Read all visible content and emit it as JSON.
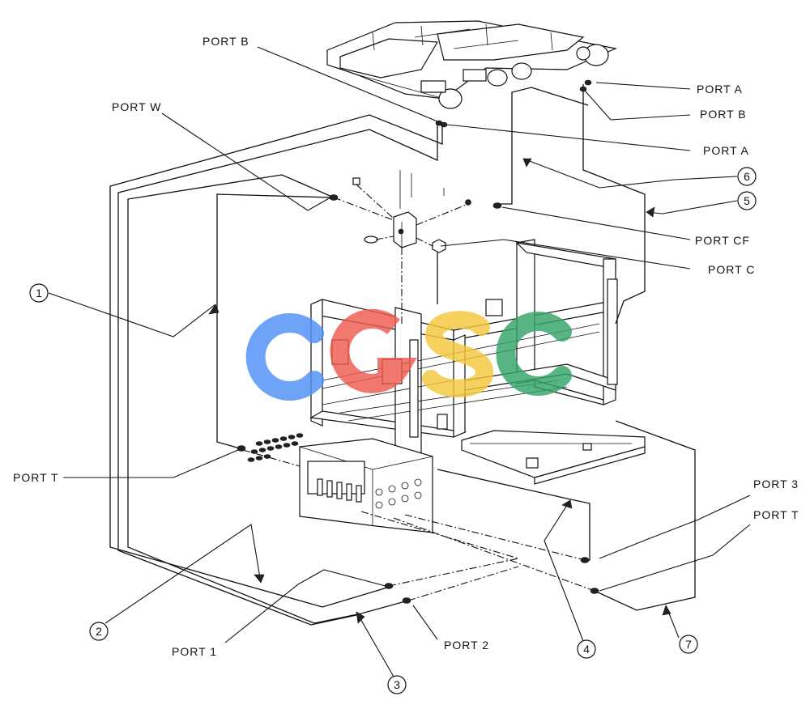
{
  "callouts": {
    "c1": "1",
    "c2": "2",
    "c3": "3",
    "c4": "4",
    "c5": "5",
    "c6": "6",
    "c7": "7"
  },
  "ports": {
    "port_b_top": "PORT B",
    "port_w": "PORT W",
    "port_a_right1": "PORT A",
    "port_b_right": "PORT B",
    "port_a_right2": "PORT A",
    "port_cf": "PORT CF",
    "port_c": "PORT C",
    "port_t_left": "PORT T",
    "port_3": "PORT 3",
    "port_t_right": "PORT T",
    "port_1": "PORT 1",
    "port_2": "PORT 2"
  },
  "watermark": {
    "letters": [
      "C",
      "G",
      "S",
      "C"
    ],
    "colors": [
      "#4f8ff7",
      "#ef5b4f",
      "#f6c83d",
      "#35a46a"
    ]
  }
}
